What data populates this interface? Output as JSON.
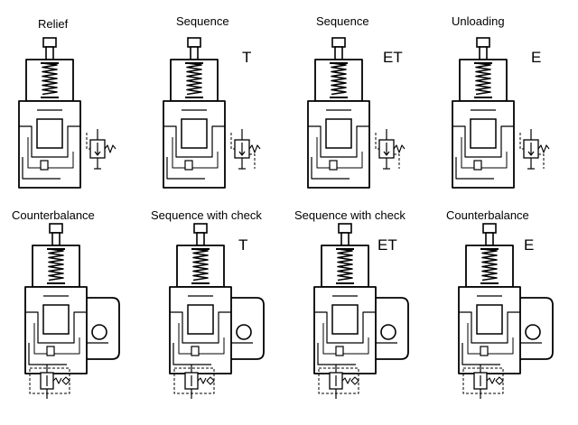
{
  "colors": {
    "ink": "#000000",
    "paper": "#ffffff"
  },
  "diagrams": [
    {
      "title": "Relief",
      "variant": "",
      "type": "plain"
    },
    {
      "title": "Sequence",
      "variant": "T",
      "type": "plain"
    },
    {
      "title": "Sequence",
      "variant": "ET",
      "type": "plain"
    },
    {
      "title": "Unloading",
      "variant": "E",
      "type": "plain"
    },
    {
      "title": "Counterbalance",
      "variant": "",
      "type": "check"
    },
    {
      "title": "Sequence with check",
      "variant": "T",
      "type": "check"
    },
    {
      "title": "Sequence with check",
      "variant": "ET",
      "type": "check"
    },
    {
      "title": "Counterbalance",
      "variant": "E",
      "type": "check"
    }
  ]
}
